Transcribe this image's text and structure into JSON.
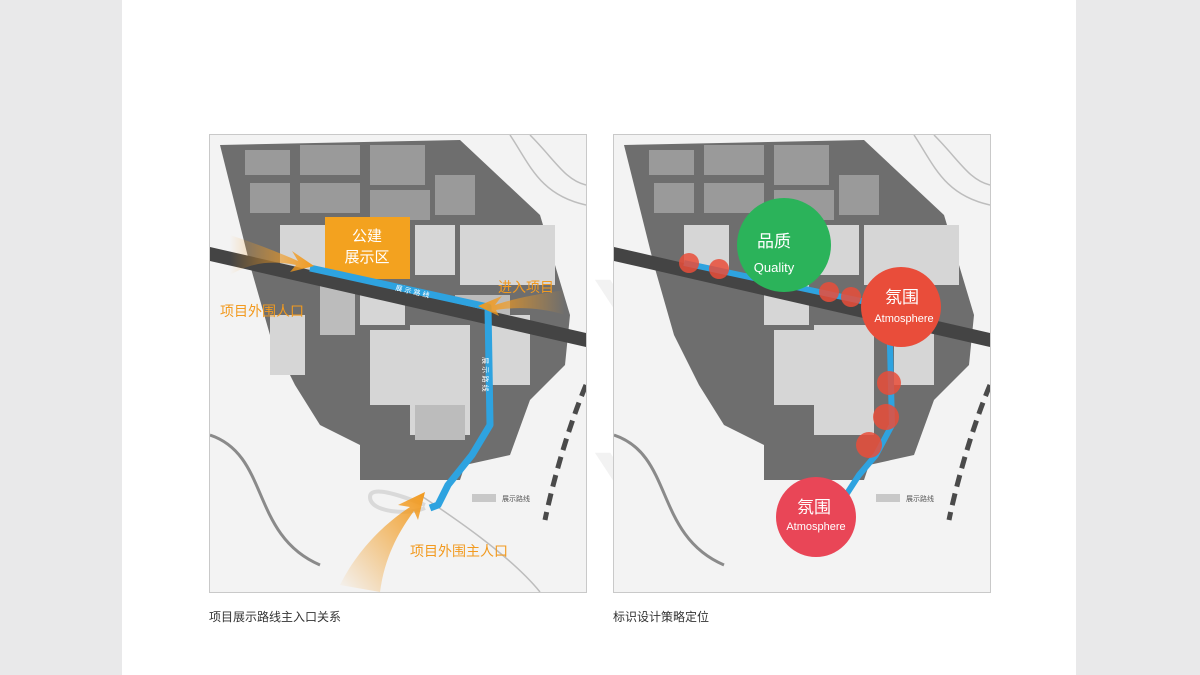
{
  "watermark": "CMYK    CMYK",
  "left_panel": {
    "caption": "项目展示路线主入口关系",
    "zone_label_line1": "公建",
    "zone_label_line2": "展示区",
    "entrance_west": "项目外围人口",
    "entrance_east": "进入项目",
    "entrance_main": "项目外围主人口",
    "route_label_h": "展 示 路 线",
    "route_label_v": "展 示 路 线",
    "legend_label": "展示路线",
    "colors": {
      "route": "#2ea3e0",
      "orange": "#f29a1f",
      "zone": "#f3a21f",
      "road": "#444444"
    }
  },
  "right_panel": {
    "caption": "标识设计策略定位",
    "bubble_quality_cn": "品质",
    "bubble_quality_en": "Quality",
    "bubble_atmo1_cn": "氛围",
    "bubble_atmo1_en": "Atmosphere",
    "bubble_atmo2_cn": "氛围",
    "bubble_atmo2_en": "Atmosphere",
    "legend_label": "展示路线",
    "colors": {
      "green": "#2bb35a",
      "red": "#e94d3a",
      "pink": "#e94657",
      "route": "#2ea3e0"
    }
  }
}
